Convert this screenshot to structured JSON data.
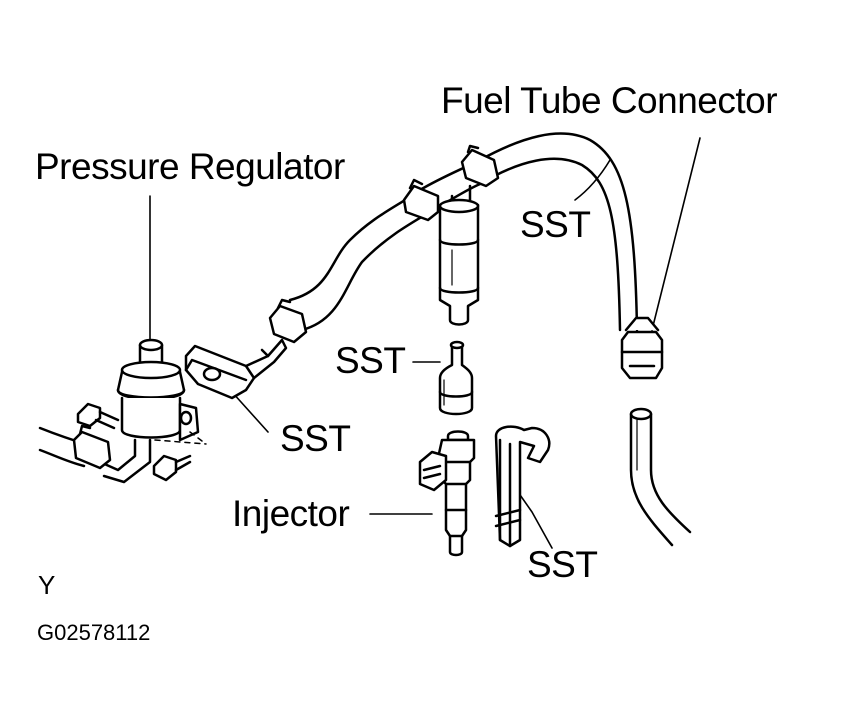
{
  "labels": {
    "fuel_tube_connector": "Fuel Tube Connector",
    "pressure_regulator": "Pressure Regulator",
    "sst_hose": "SST",
    "sst_adapter": "SST",
    "sst_plate": "SST",
    "sst_clip": "SST",
    "injector": "Injector"
  },
  "footer": {
    "view_letter": "Y",
    "figure_code": "G02578112"
  },
  "colors": {
    "ink": "#000000",
    "paper": "#ffffff",
    "shade": "#9a9a9a"
  }
}
